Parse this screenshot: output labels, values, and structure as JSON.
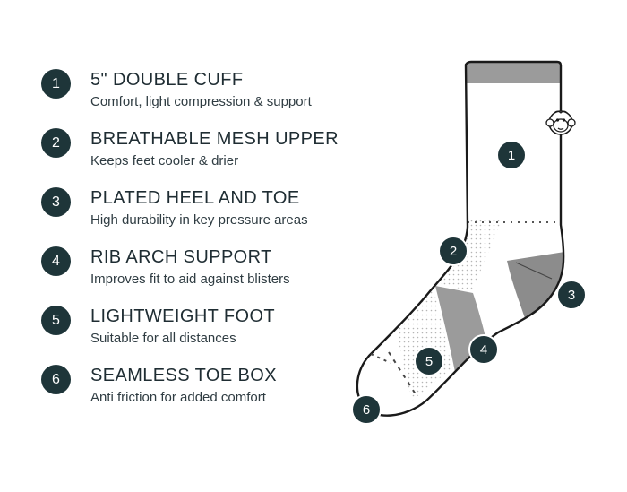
{
  "features": [
    {
      "number": "1",
      "title": "5\" DOUBLE CUFF",
      "desc": "Comfort, light compression & support"
    },
    {
      "number": "2",
      "title": "BREATHABLE MESH UPPER",
      "desc": "Keeps feet cooler & drier"
    },
    {
      "number": "3",
      "title": "PLATED HEEL AND  TOE",
      "desc": "High durability in key pressure areas"
    },
    {
      "number": "4",
      "title": "RIB ARCH SUPPORT",
      "desc": "Improves fit to aid against blisters"
    },
    {
      "number": "5",
      "title": "LIGHTWEIGHT FOOT",
      "desc": "Suitable for all distances"
    },
    {
      "number": "6",
      "title": "SEAMLESS TOE BOX",
      "desc": "Anti friction for added comfort"
    }
  ],
  "diagram_markers": [
    "1",
    "2",
    "3",
    "4",
    "5",
    "6"
  ],
  "colors": {
    "badge": "#1e3539",
    "outline": "#1a1a1a",
    "gray_band": "#9b9b9b",
    "dark_gray": "#8c8c8c"
  },
  "logo_icon": "monkey-face-icon"
}
